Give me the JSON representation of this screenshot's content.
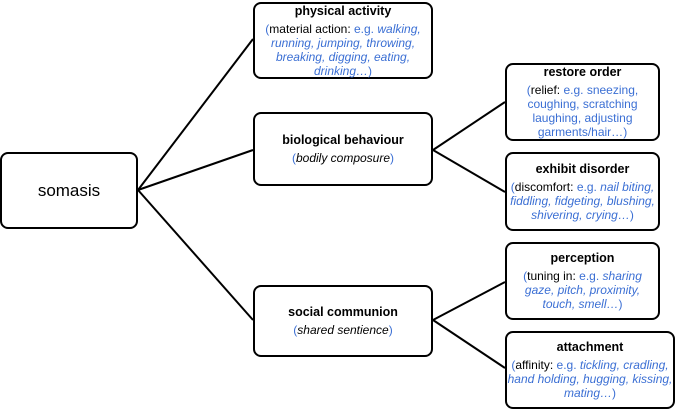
{
  "root": {
    "label": "somasis"
  },
  "branches": [
    {
      "title": "physical activity",
      "desc_prefix": "material action:",
      "desc_eg": "e.g.",
      "desc_items": "walking, running, jumping, throwing, breaking, digging, eating, drinking…"
    },
    {
      "title": "biological behaviour",
      "desc_items": "bodily composure",
      "children": [
        {
          "title": "restore order",
          "desc_prefix": "relief:",
          "desc_eg": "e.g. sneezing, coughing, scratching laughing, adjusting garments/hair…"
        },
        {
          "title": "exhibit disorder",
          "desc_prefix": "discomfort:",
          "desc_eg": "e.g.",
          "desc_items": "nail biting, fiddling, fidgeting, blushing, shivering, crying…"
        }
      ]
    },
    {
      "title": "social communion",
      "desc_items": "shared sentience",
      "children": [
        {
          "title": "perception",
          "desc_prefix": "tuning in:",
          "desc_eg": "e.g.",
          "desc_items": "sharing gaze, pitch, proximity, touch, smell…"
        },
        {
          "title": "attachment",
          "desc_prefix": "affinity:",
          "desc_eg": "e.g.",
          "desc_items": "tickling, cradling, hand holding, hugging, kissing, mating…"
        }
      ]
    }
  ]
}
